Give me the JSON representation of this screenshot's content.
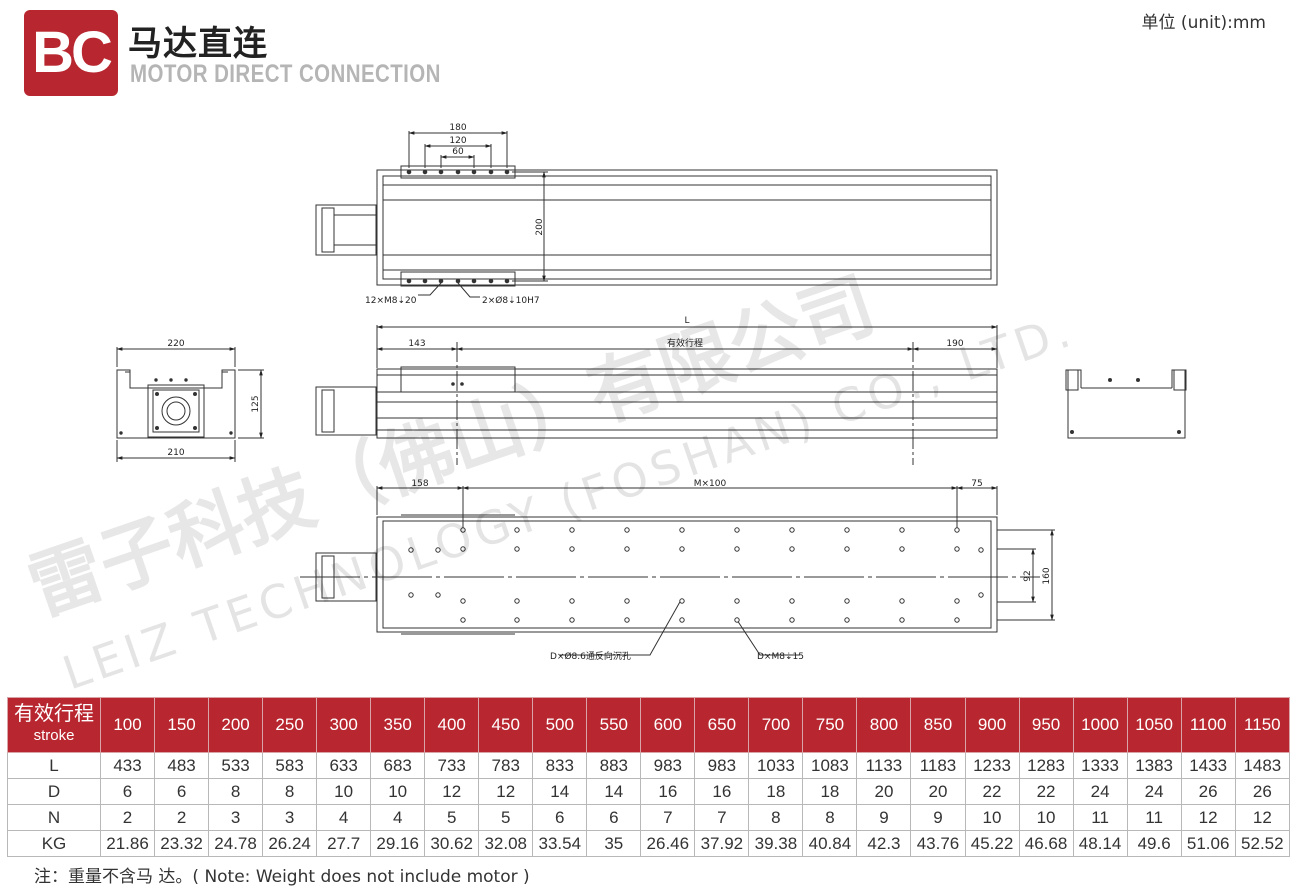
{
  "header": {
    "logo_text": "BC",
    "title_cn": "马达直连",
    "title_en": "MOTOR DIRECT CONNECTION",
    "unit_label": "单位 (unit):mm"
  },
  "watermark": {
    "cn": "雷子科技（佛山）有限公司",
    "en": "LEIZ TECHNOLOGY (FOSHAN) CO., LTD."
  },
  "drawing": {
    "top_view": {
      "dim_180": "180",
      "dim_120": "120",
      "dim_60": "60",
      "dim_200": "200",
      "callout_left": "12×M8⇣20",
      "callout_right": "2×Ø8⇣10H7"
    },
    "side_view": {
      "dim_L": "L",
      "dim_143": "143",
      "dim_stroke": "有效行程",
      "dim_190": "190"
    },
    "end_view": {
      "dim_220": "220",
      "dim_125": "125",
      "dim_210": "210"
    },
    "bottom_view": {
      "dim_158": "158",
      "dim_mx100": "M×100",
      "dim_75": "75",
      "dim_92": "92",
      "dim_160": "160",
      "callout_left": "D×Ø8.6通反向沉孔",
      "callout_right": "D×M8⇣15"
    }
  },
  "table": {
    "header_label_cn": "有效行程",
    "header_label_en": "stroke",
    "strokes": [
      "100",
      "150",
      "200",
      "250",
      "300",
      "350",
      "400",
      "450",
      "500",
      "550",
      "600",
      "650",
      "700",
      "750",
      "800",
      "850",
      "900",
      "950",
      "1000",
      "1050",
      "1100",
      "1150"
    ],
    "rows": [
      {
        "label": "L",
        "values": [
          "433",
          "483",
          "533",
          "583",
          "633",
          "683",
          "733",
          "783",
          "833",
          "883",
          "983",
          "983",
          "1033",
          "1083",
          "1133",
          "1183",
          "1233",
          "1283",
          "1333",
          "1383",
          "1433",
          "1483"
        ]
      },
      {
        "label": "D",
        "values": [
          "6",
          "6",
          "8",
          "8",
          "10",
          "10",
          "12",
          "12",
          "14",
          "14",
          "16",
          "16",
          "18",
          "18",
          "20",
          "20",
          "22",
          "22",
          "24",
          "24",
          "26",
          "26"
        ]
      },
      {
        "label": "N",
        "values": [
          "2",
          "2",
          "3",
          "3",
          "4",
          "4",
          "5",
          "5",
          "6",
          "6",
          "7",
          "7",
          "8",
          "8",
          "9",
          "9",
          "10",
          "10",
          "11",
          "11",
          "12",
          "12"
        ]
      },
      {
        "label": "KG",
        "values": [
          "21.86",
          "23.32",
          "24.78",
          "26.24",
          "27.7",
          "29.16",
          "30.62",
          "32.08",
          "33.54",
          "35",
          "26.46",
          "37.92",
          "39.38",
          "40.84",
          "42.3",
          "43.76",
          "45.22",
          "46.68",
          "48.14",
          "49.6",
          "51.06",
          "52.52"
        ]
      }
    ]
  },
  "note": "注：重量不含马 达。( Note: Weight does not include motor )"
}
